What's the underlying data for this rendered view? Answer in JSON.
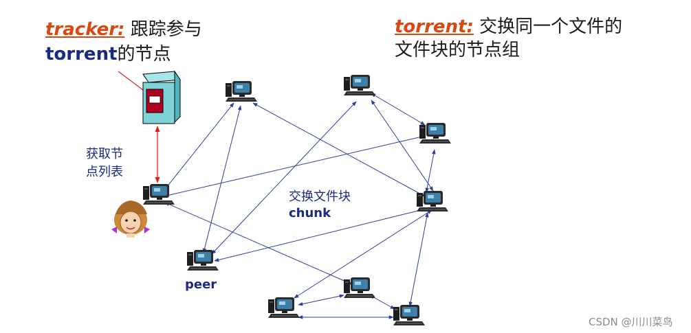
{
  "tracker": {
    "keyword": "tracker:",
    "desc_line1": " 跟踪参与",
    "line2_bold": "torrent",
    "line2_rest": "的节点"
  },
  "torrent": {
    "keyword": "torrent:",
    "desc_line1": " 交换同一个文件的",
    "line2": "文件块的节点组"
  },
  "get_list": {
    "line1": "获取节",
    "line2": "点列表"
  },
  "exchange": {
    "line1": "交换文件块",
    "line2": "chunk"
  },
  "peer_label": "peer",
  "watermark": "CSDN @川川菜鸟",
  "colors": {
    "keyword": "#d9480f",
    "text_blue": "#1a2a80",
    "arrow": "#2b3f99",
    "tracker_arrow": "#e02020",
    "tracker_body": "#7fd3d8",
    "tracker_panel": "#b00020"
  }
}
